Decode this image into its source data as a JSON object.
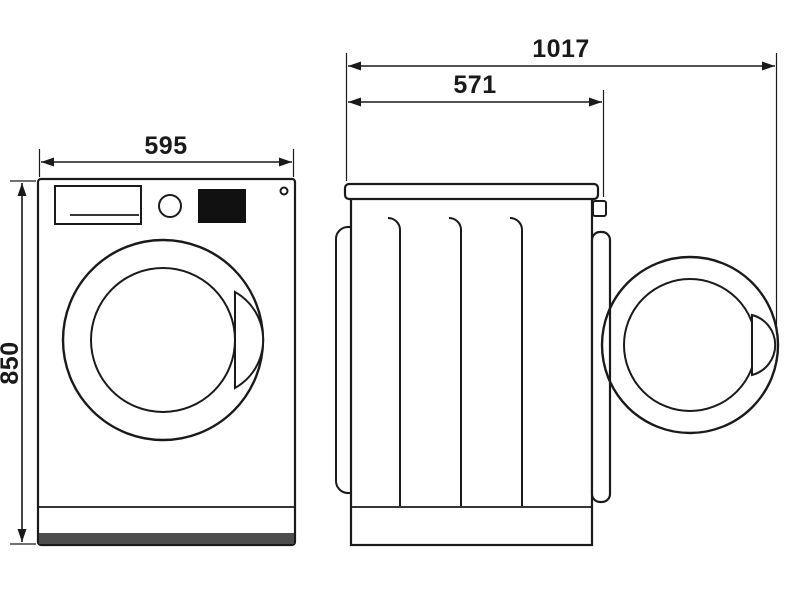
{
  "dimensions": {
    "front_width": "595",
    "front_height": "850",
    "side_depth_total": "1017",
    "side_depth_body": "571"
  },
  "colors": {
    "line": "#1a1a1a",
    "display": "#111111",
    "base_strip": "#4d4d4d",
    "background": "#ffffff"
  }
}
